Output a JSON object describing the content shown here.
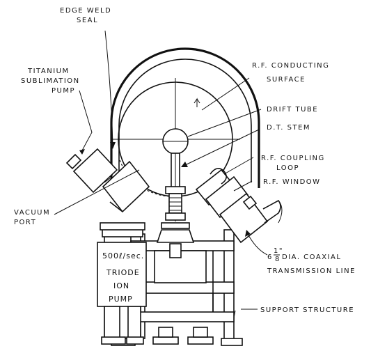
{
  "labels": {
    "edge_weld_1": "EDGE  WELD",
    "edge_weld_2": "SEAL",
    "ti_pump_1": "TITANIUM",
    "ti_pump_2": "SUBLIMATION",
    "ti_pump_3": "PUMP",
    "rf_surface_1": "R.F. CONDUCTING",
    "rf_surface_2": "SURFACE",
    "drift_tube": "DRIFT  TUBE",
    "dt_stem": "D.T. STEM",
    "rf_loop_1": "R.F. COUPLING",
    "rf_loop_2": "LOOP",
    "rf_window": "R.F. WINDOW",
    "vacuum_port_1": "VACUUM",
    "vacuum_port_2": "PORT",
    "coax_prefix": "6",
    "coax_frac_num": "1\"",
    "coax_frac_den": "8",
    "coax_suffix": "DIA. COAXIAL",
    "coax_2": "TRANSMISSION LINE",
    "support": "SUPPORT  STRUCTURE",
    "ion_pump_1": "500ℓ/sec.",
    "ion_pump_2": "TRIODE",
    "ion_pump_3": "ION",
    "ion_pump_4": "PUMP"
  }
}
